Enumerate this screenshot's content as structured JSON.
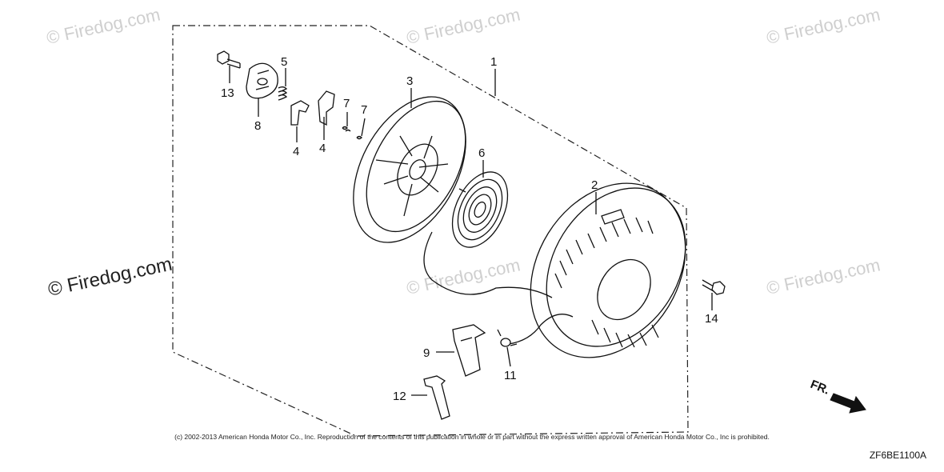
{
  "watermarks": {
    "top_left": "© Firedog.com",
    "top_center": "© Firedog.com",
    "top_right": "© Firedog.com",
    "mid_left": "© Firedog.com",
    "mid_center": "© Firedog.com",
    "mid_right": "© Firedog.com"
  },
  "callouts": [
    {
      "id": "c1",
      "text": "1"
    },
    {
      "id": "c2",
      "text": "2"
    },
    {
      "id": "c3",
      "text": "3"
    },
    {
      "id": "c4a",
      "text": "4"
    },
    {
      "id": "c4b",
      "text": "4"
    },
    {
      "id": "c5",
      "text": "5"
    },
    {
      "id": "c6",
      "text": "6"
    },
    {
      "id": "c7a",
      "text": "7"
    },
    {
      "id": "c7b",
      "text": "7"
    },
    {
      "id": "c8",
      "text": "8"
    },
    {
      "id": "c9",
      "text": "9"
    },
    {
      "id": "c11",
      "text": "11"
    },
    {
      "id": "c12",
      "text": "12"
    },
    {
      "id": "c13",
      "text": "13"
    },
    {
      "id": "c14",
      "text": "14"
    }
  ],
  "direction_label": "FR.",
  "copyright": "(c) 2002-2013 American Honda Motor Co., Inc. Reproduction of the contents of this publication in whole or in part without the express written approval of American Honda Motor Co., Inc is prohibited.",
  "diagram_code": "ZF6BE1100A"
}
